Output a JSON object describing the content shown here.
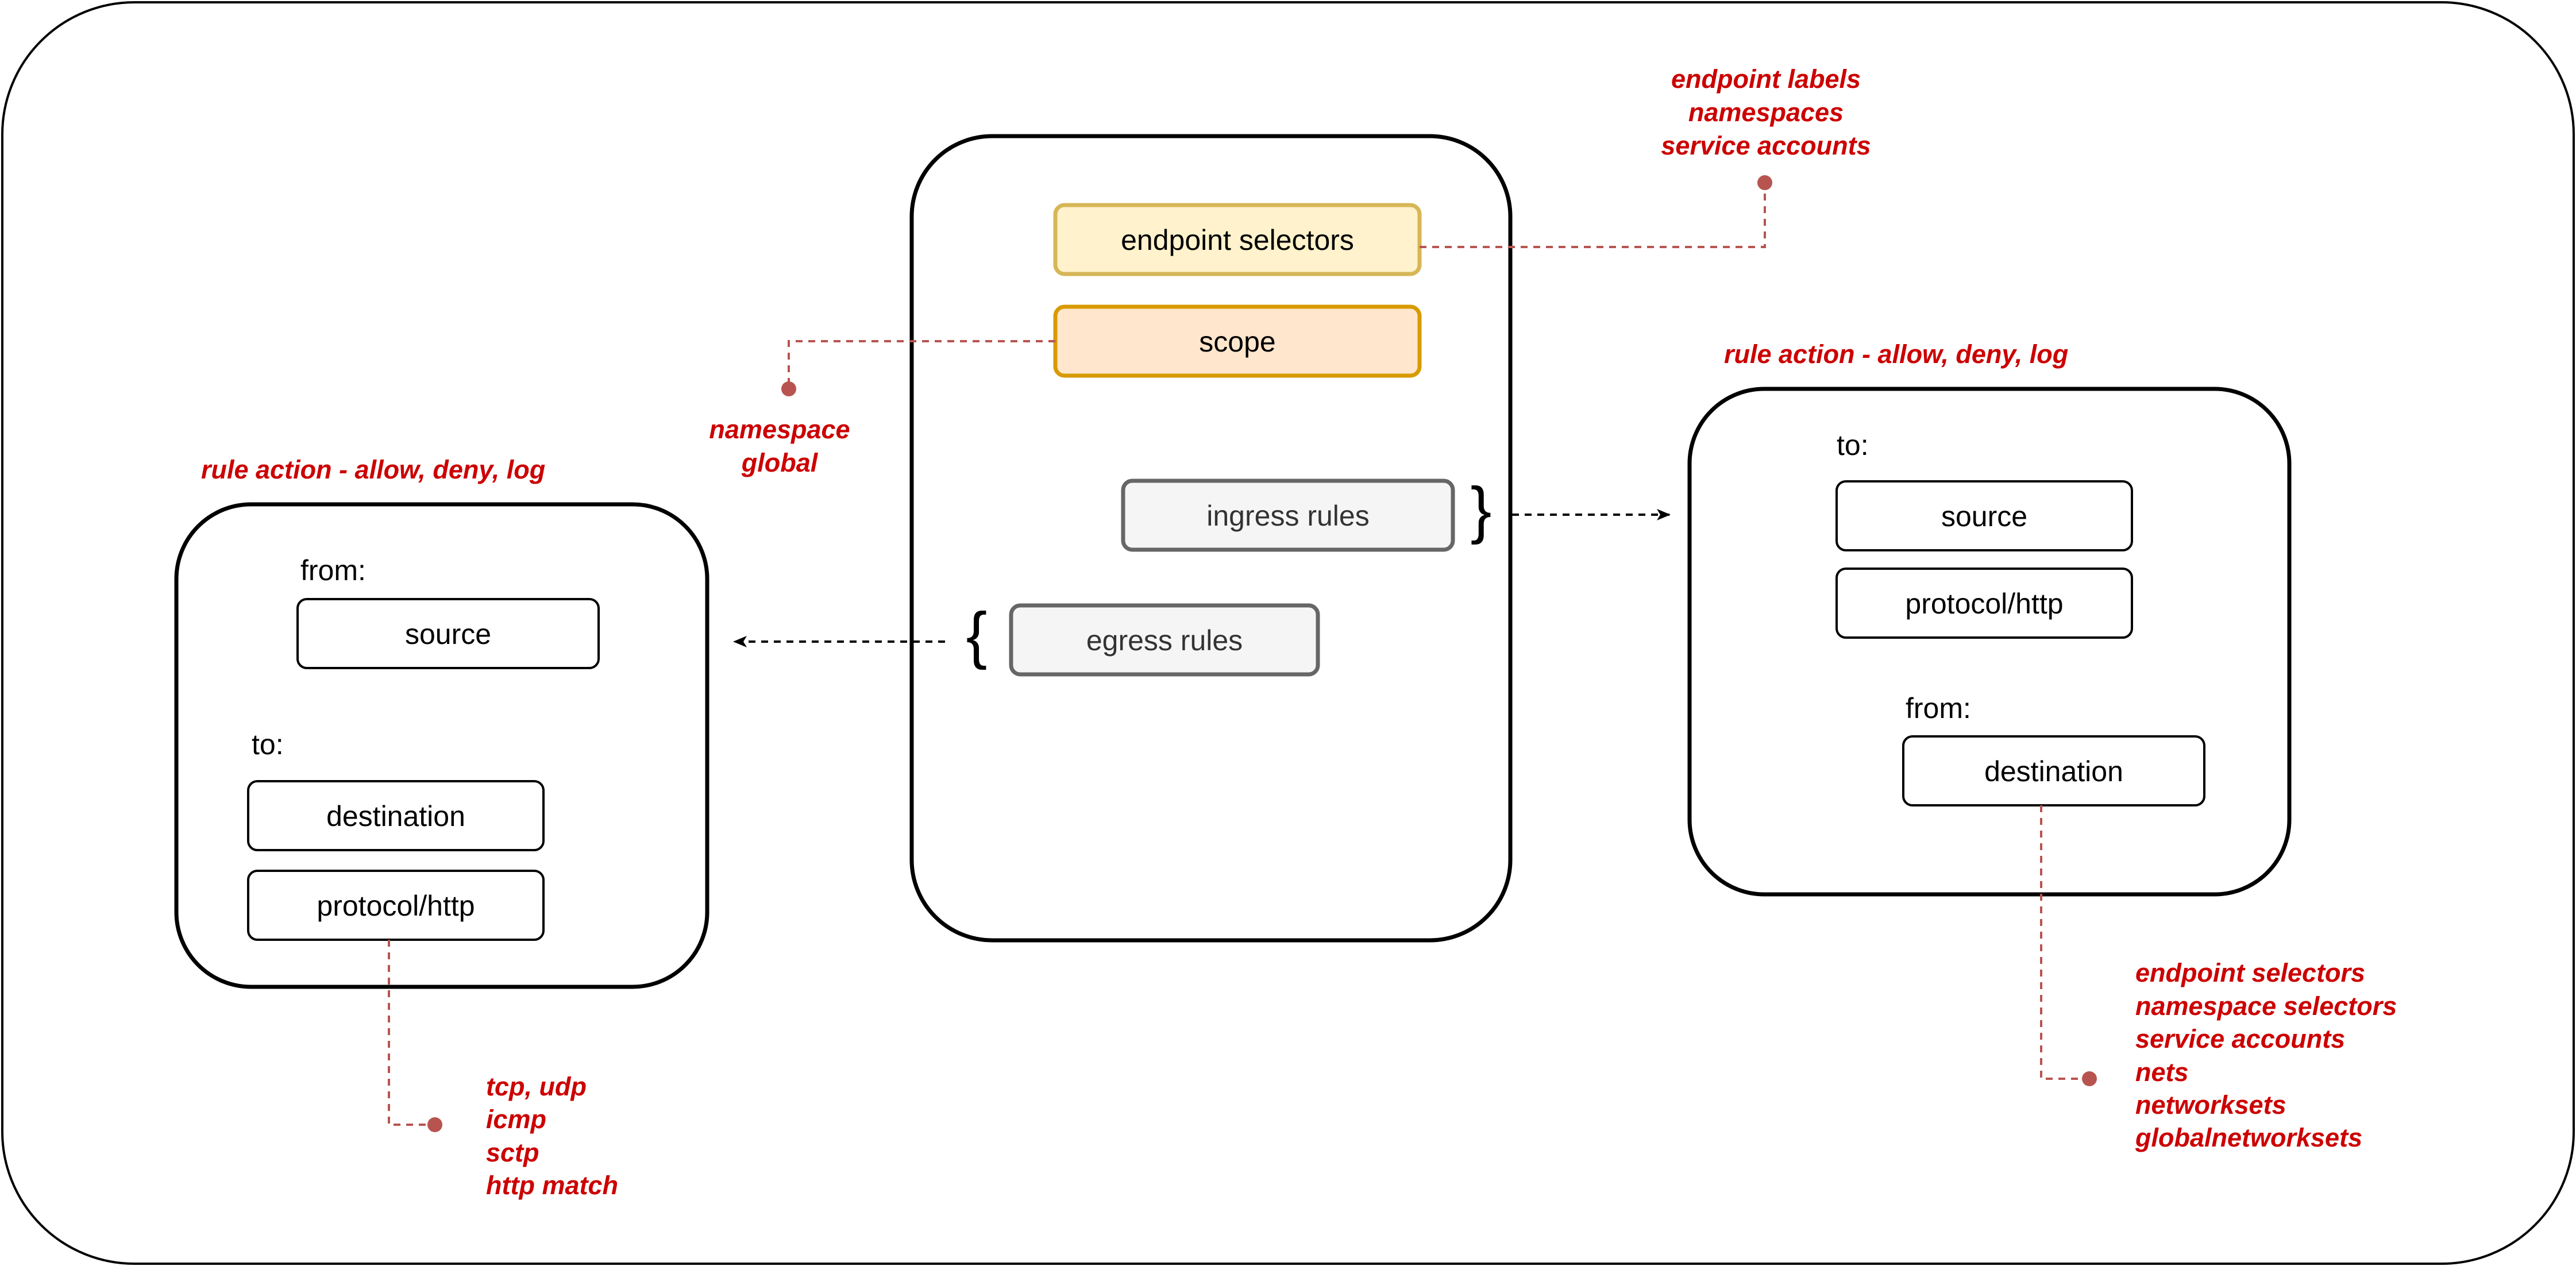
{
  "colors": {
    "annotation": "#CC0000",
    "connector": "#B85450",
    "selector_fill": "#FFF2CC",
    "selector_stroke": "#D6B656",
    "scope_fill": "#FFE6CC",
    "scope_stroke": "#D79B00",
    "rules_fill": "#F5F5F5",
    "rules_stroke": "#666666"
  },
  "policy": {
    "endpoint_selectors": "endpoint selectors",
    "scope": "scope",
    "ingress_rules": "ingress rules",
    "egress_rules": "egress rules",
    "ingress_brace": "}",
    "egress_brace": "{"
  },
  "annotations": {
    "selector_targets": [
      "endpoint labels",
      "namespaces",
      "service accounts"
    ],
    "scope_values": [
      "namespace",
      "global"
    ]
  },
  "egress_panel": {
    "rule_action": "rule action - allow, deny, log",
    "from_label": "from:",
    "source": "source",
    "to_label": "to:",
    "destination": "destination",
    "protocol": "protocol/http",
    "protocol_options": [
      "tcp, udp",
      "icmp",
      "sctp",
      "http match"
    ]
  },
  "ingress_panel": {
    "rule_action": "rule action - allow, deny, log",
    "to_label": "to:",
    "source": "source",
    "protocol": "protocol/http",
    "from_label": "from:",
    "destination": "destination",
    "destination_options": [
      "endpoint selectors",
      "namespace selectors",
      "service accounts",
      "nets",
      "networksets",
      "globalnetworksets"
    ]
  }
}
